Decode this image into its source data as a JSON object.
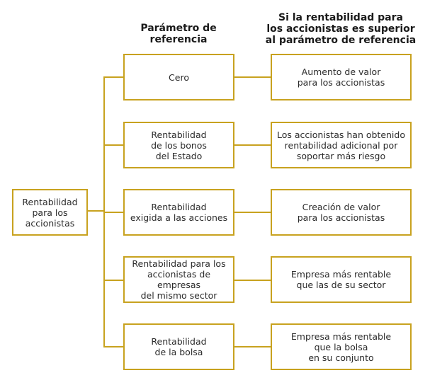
{
  "headers": {
    "parametro": "Parámetro de\nreferencia",
    "resultado": "Si la rentabilidad para\nlos accionistas es superior\nal parámetro de referencia"
  },
  "source": "Rentabilidad\npara los\naccionistas",
  "rows": [
    {
      "parametro": "Cero",
      "resultado": "Aumento de valor\npara los accionistas"
    },
    {
      "parametro": "Rentabilidad\nde los bonos\ndel Estado",
      "resultado": "Los accionistas han obtenido\nrentabilidad adicional por\nsoportar más riesgo"
    },
    {
      "parametro": "Rentabilidad\nexigida a las acciones",
      "resultado": "Creación de valor\npara los accionistas"
    },
    {
      "parametro": "Rentabilidad para los\naccionistas de empresas\ndel mismo sector",
      "resultado": "Empresa más rentable\nque las de su sector"
    },
    {
      "parametro": "Rentabilidad\nde la bolsa",
      "resultado": "Empresa más rentable\nque la bolsa\nen su conjunto"
    }
  ],
  "colors": {
    "border": "#c8a21f",
    "text": "#2b2b2b"
  }
}
